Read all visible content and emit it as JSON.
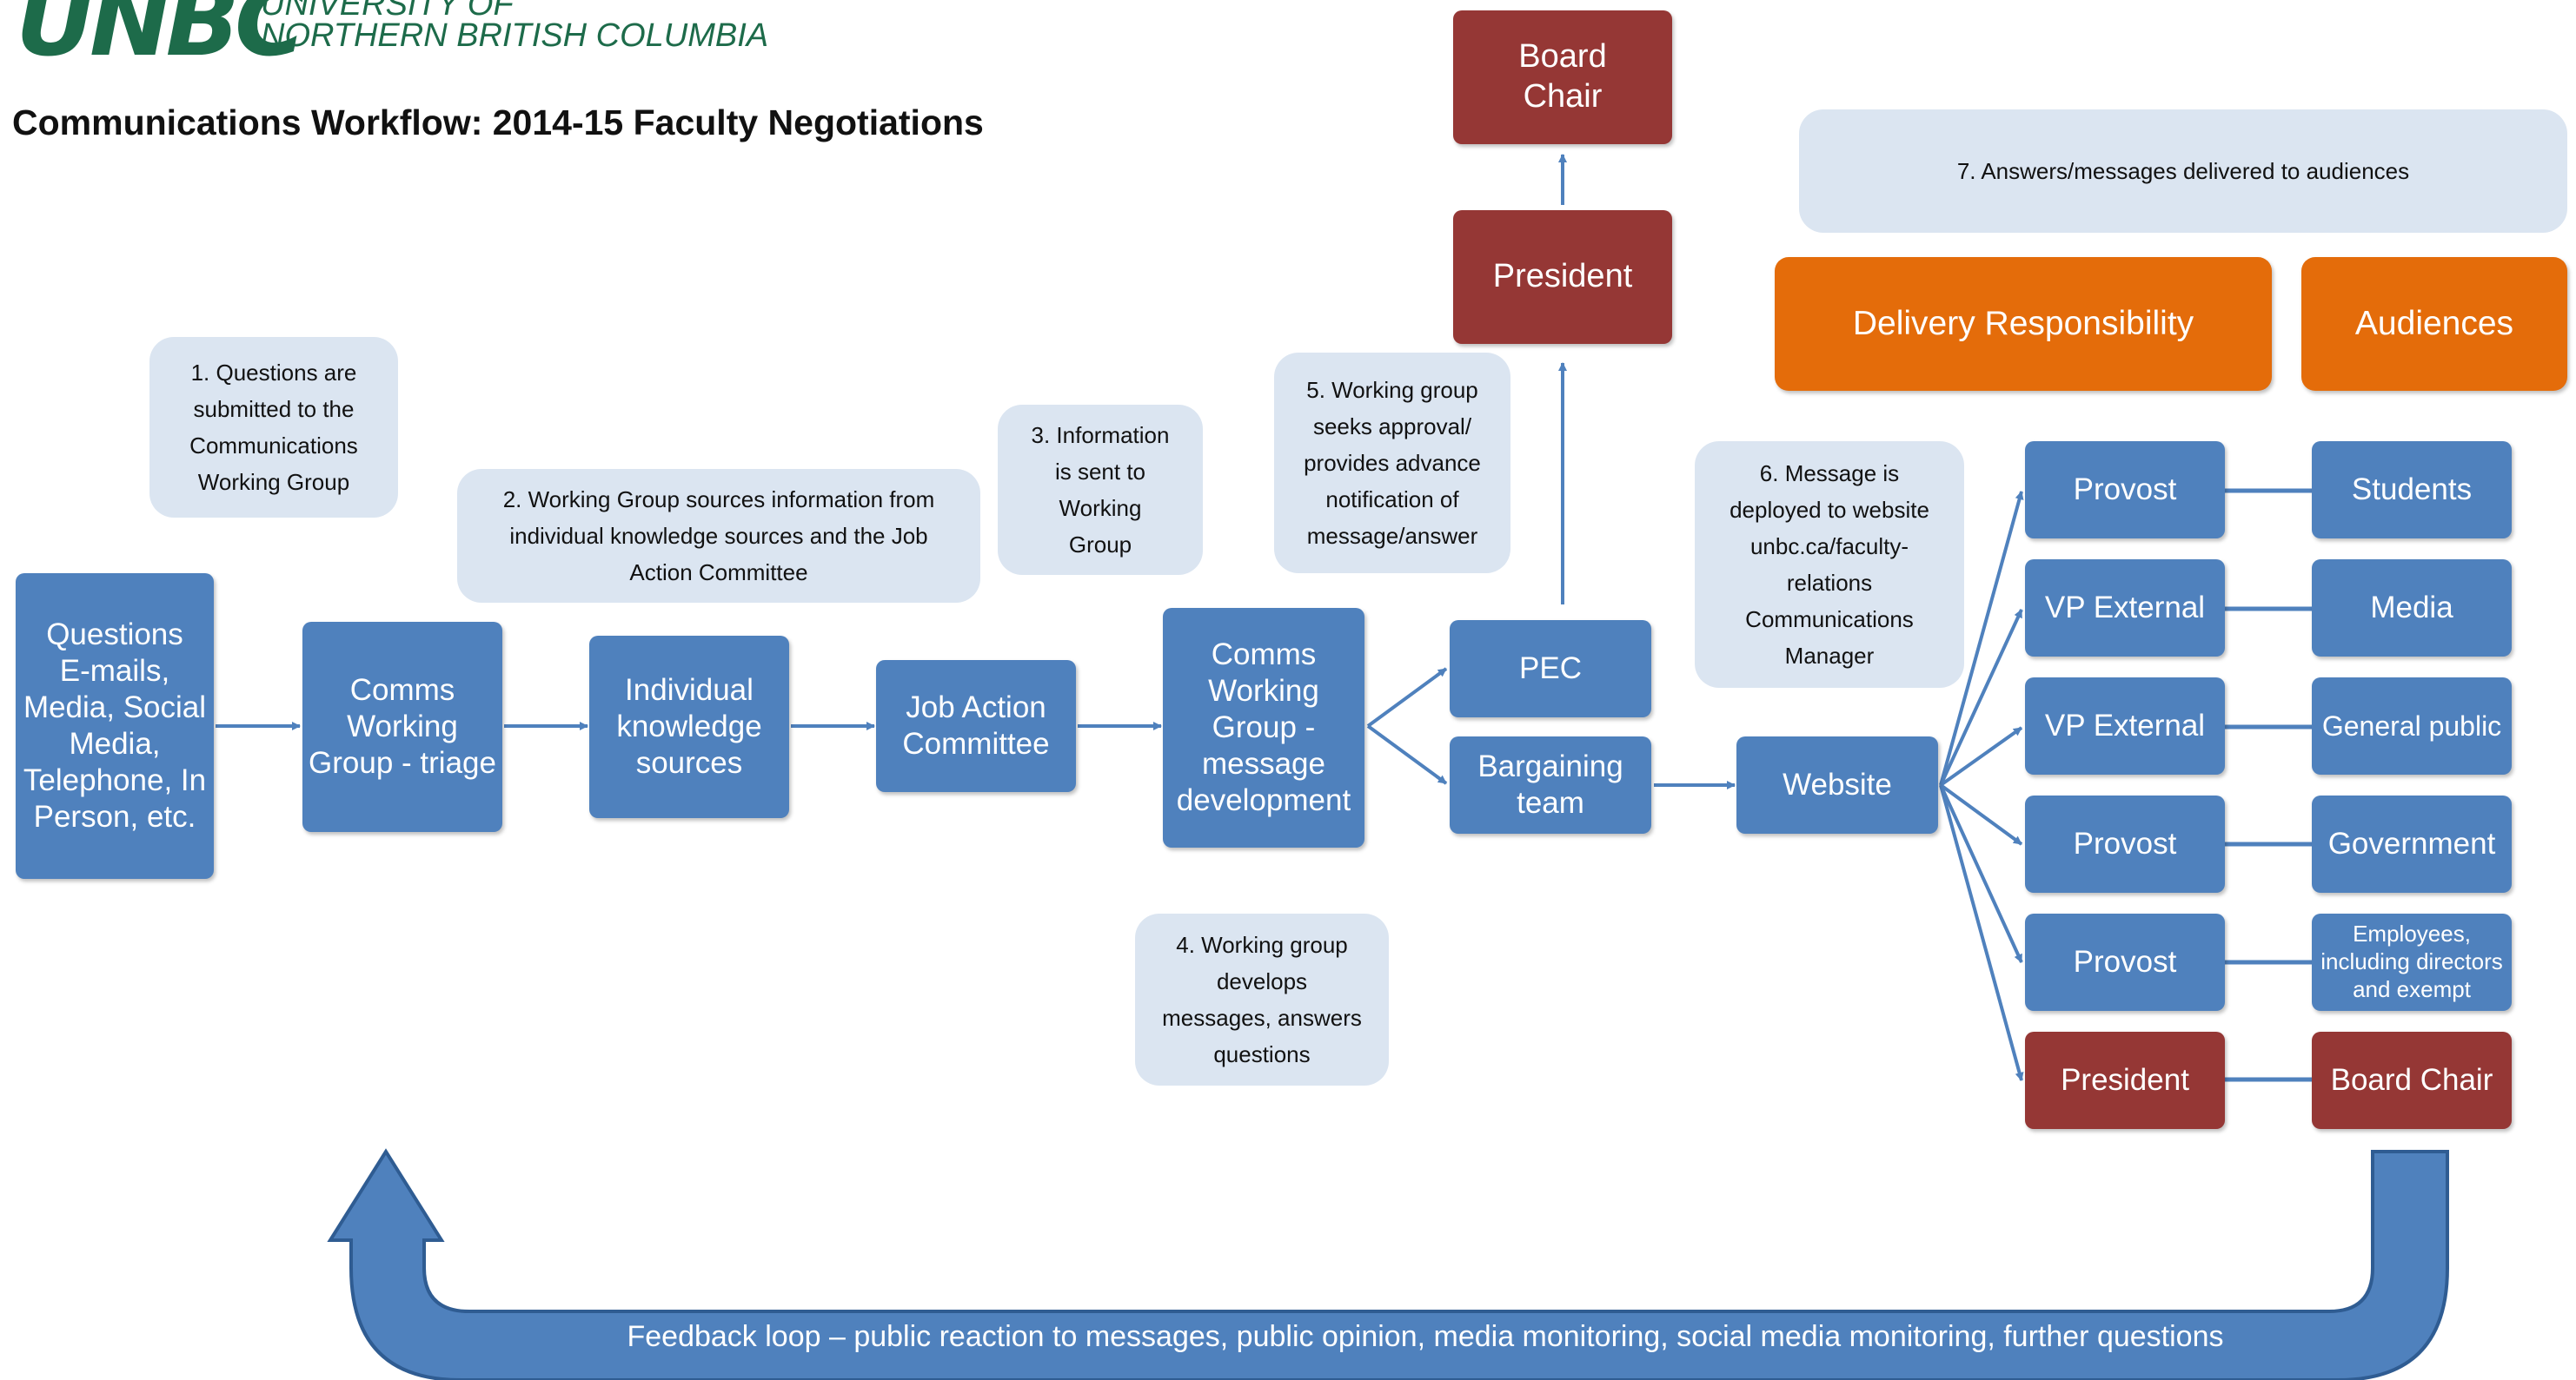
{
  "header": {
    "logo_text": "UNBC",
    "logo_line1": "UNIVERSITY OF",
    "logo_line2": "NORTHERN BRITISH COLUMBIA",
    "title": "Communications Workflow: 2014-15 Faculty Negotiations"
  },
  "boxes": {
    "questions": "Questions\nE-mails,\nMedia, Social\nMedia,\nTelephone, In\nPerson, etc.",
    "triage": "Comms\nWorking\nGroup - triage",
    "knowledge": "Individual\nknowledge\nsources",
    "job_action": "Job Action\nCommittee",
    "message_dev": "Comms\nWorking\nGroup -\nmessage\ndevelopment",
    "pec": "PEC",
    "bargaining": "Bargaining\nteam",
    "website": "Website",
    "president_top": "President",
    "board_chair_top": "Board\nChair"
  },
  "notes": {
    "n1": "1. Questions are\nsubmitted to the\nCommunications\nWorking Group",
    "n2": "2. Working Group sources information from\nindividual knowledge sources and the Job\nAction Committee",
    "n3": "3. Information\nis sent to\nWorking\nGroup",
    "n4": "4. Working group\ndevelops\nmessages, answers\nquestions",
    "n5": "5. Working group\nseeks approval/\nprovides advance\nnotification of\nmessage/answer",
    "n6": "6. Message is\ndeployed to website\nunbc.ca/faculty-\nrelations\nCommunications\nManager",
    "n7": "7. Answers/messages delivered to audiences"
  },
  "headers": {
    "delivery": "Delivery Responsibility",
    "audiences": "Audiences"
  },
  "delivery_rows": [
    {
      "responsible": "Provost",
      "audience": "Students",
      "color": "blue"
    },
    {
      "responsible": "VP External",
      "audience": "Media",
      "color": "blue"
    },
    {
      "responsible": "VP External",
      "audience": "General public",
      "color": "blue"
    },
    {
      "responsible": "Provost",
      "audience": "Government",
      "color": "blue"
    },
    {
      "responsible": "Provost",
      "audience": "Employees,\nincluding directors\nand exempt",
      "color": "blue"
    },
    {
      "responsible": "President",
      "audience": "Board Chair",
      "color": "red"
    }
  ],
  "feedback": "Feedback loop – public reaction to messages, public opinion, media monitoring, social media monitoring, further questions",
  "colors": {
    "blue": "#4f81bd",
    "red": "#953735",
    "orange": "#e46c0a",
    "note_bg": "#dbe5f1",
    "logo_green": "#1d6b4a"
  }
}
